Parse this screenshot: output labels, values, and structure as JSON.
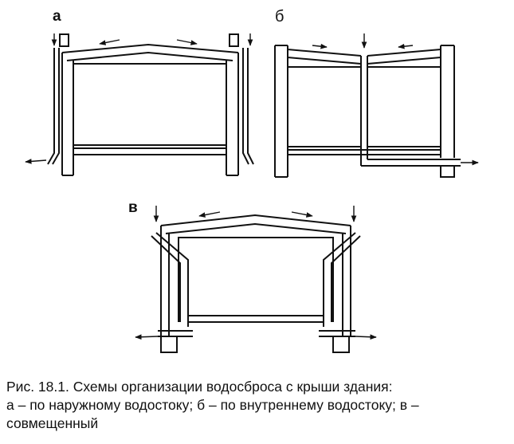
{
  "figures": {
    "a": {
      "label": "а"
    },
    "b": {
      "label": "б"
    },
    "v": {
      "label": "в"
    }
  },
  "caption": {
    "line1": "Рис. 18.1. Схемы организации водосброса с крыши здания:",
    "line2": "а – по наружному водостоку; б – по внутреннему водостоку; в –",
    "line3": "совмещенный"
  }
}
